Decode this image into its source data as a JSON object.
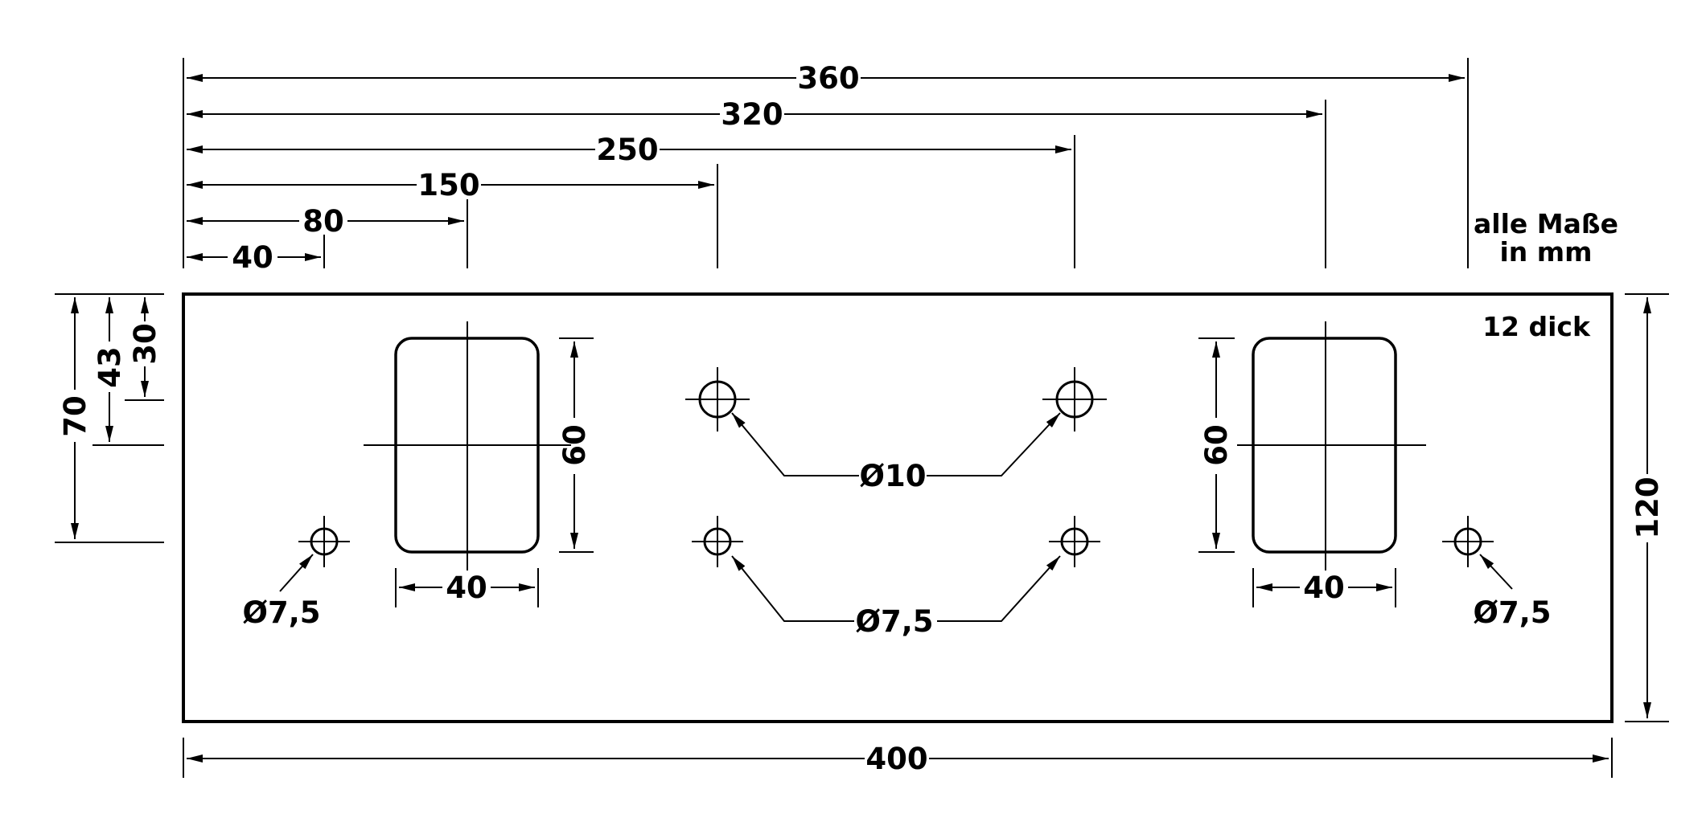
{
  "drawing": {
    "top_dimensions": [
      "360",
      "320",
      "250",
      "150",
      "80",
      "40"
    ],
    "bottom_dimension": "400",
    "right_dimension": "120",
    "left_dimensions": [
      "70",
      "43",
      "30"
    ],
    "cutout_left": {
      "width": "40",
      "height": "60"
    },
    "cutout_right": {
      "width": "40",
      "height": "60"
    },
    "hole_label_large": "Ø10",
    "hole_label_small_center": "Ø7,5",
    "hole_label_small_left": "Ø7,5",
    "hole_label_small_right": "Ø7,5",
    "note_units_line1": "alle Maße",
    "note_units_line2": "in mm",
    "note_thickness": "12 dick"
  },
  "colors": {
    "ink": "#000000",
    "paper": "#ffffff"
  }
}
